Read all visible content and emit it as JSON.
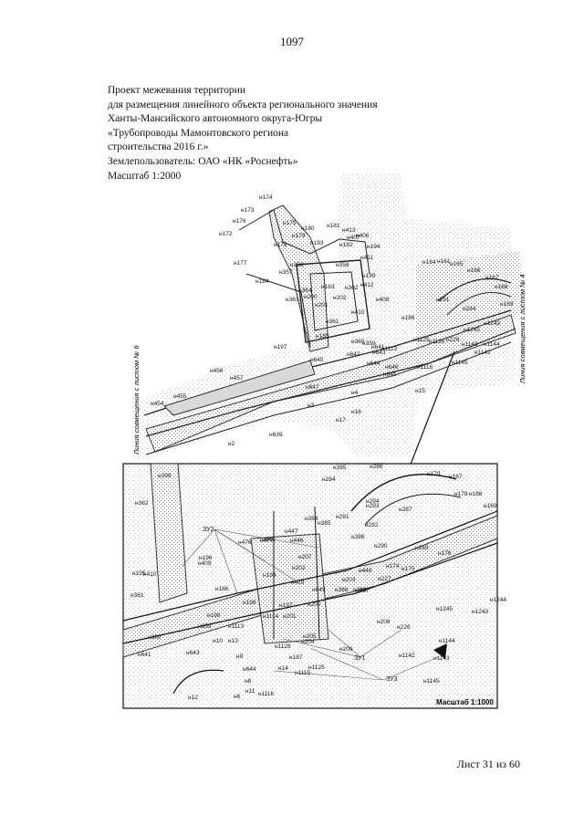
{
  "page_number": "1097",
  "header": {
    "lines": [
      "Проект межевания территории",
      "для размещения линейного объекта регионального значения",
      "Ханты-Мансийского автономного округа-Югры",
      "«Трубопроводы Мамонтовского региона",
      "строительства 2016 г.»",
      "Землепользователь: ОАО «НК «Роснефть»",
      "Масштаб 1:2000"
    ]
  },
  "overview_map": {
    "sheet_link_left": "Линия совмещения с листом № 6",
    "sheet_link_right": "Линия совмещения с листом № 4",
    "labels": [
      "н174",
      "н173",
      "н176",
      "н172",
      "н175",
      "н180",
      "н181",
      "н413",
      "н179",
      "н407",
      "н406",
      "н178",
      "н193",
      "н182",
      "н194",
      "н177",
      "н356",
      "н411",
      "н357",
      "н358",
      "н199",
      "н412",
      "н184",
      "н364",
      "н183",
      "н362",
      "н363",
      "н200",
      "н202",
      "н408",
      "н201",
      "н410",
      "н361",
      "н185",
      "н360",
      "н359",
      "н197",
      "н642",
      "н640",
      "н641",
      "н643",
      "н644",
      "н645",
      "н646",
      "н647",
      "н456",
      "н457",
      "н455",
      "н454",
      "н3",
      "н4",
      "н17",
      "н16",
      "н2",
      "н639",
      "н15",
      "н1116",
      "н164",
      "н161",
      "н165",
      "н166",
      "н167",
      "н168",
      "н169",
      "н291",
      "н284",
      "н1245",
      "н1243",
      "н1144",
      "н1143",
      "н1142",
      "н1145",
      "н226",
      "н186",
      "н1125",
      "н1126",
      "н1113"
    ]
  },
  "detail_map": {
    "scale": "Масштаб 1:1000",
    "labels": [
      "н399",
      "н362",
      "н385",
      "н286",
      "н179",
      "н167",
      "н284",
      "н178",
      "н168",
      "н169",
      "н294",
      "н287",
      "н291",
      "н384",
      "н385",
      "н292",
      "н293",
      "н386",
      "н447",
      "н476",
      "н477",
      "н445",
      "н446",
      "н290",
      "н289",
      "н176",
      "н174",
      "н175",
      "н227",
      "н207",
      "н202",
      "н448",
      "н203",
      "н195",
      "н409",
      "н196",
      "н410",
      "н199",
      "н479",
      "н386",
      "н649",
      "н388",
      "н387",
      "н361",
      "н186",
      "н198",
      "н197",
      "н201",
      "н200",
      "н1245",
      "н1244",
      "н1243",
      "н198",
      "н359",
      "н1113",
      "н1114",
      "н360",
      "н1128",
      "н205",
      "н204",
      "н209",
      "н208",
      "н226",
      "н1144",
      "н641",
      "н643",
      "н10",
      "н13",
      "н187",
      "н1125",
      "н1142",
      "н1143",
      "н644",
      "н9",
      "н14",
      "н1115",
      "н8",
      "н12",
      "н11",
      "н1116",
      "н1145",
      "н6"
    ],
    "zones": [
      "ЗУ2",
      "ЗУ1",
      "ЗУ3"
    ]
  },
  "footer": {
    "sheet": "Лист 31 из 60"
  }
}
